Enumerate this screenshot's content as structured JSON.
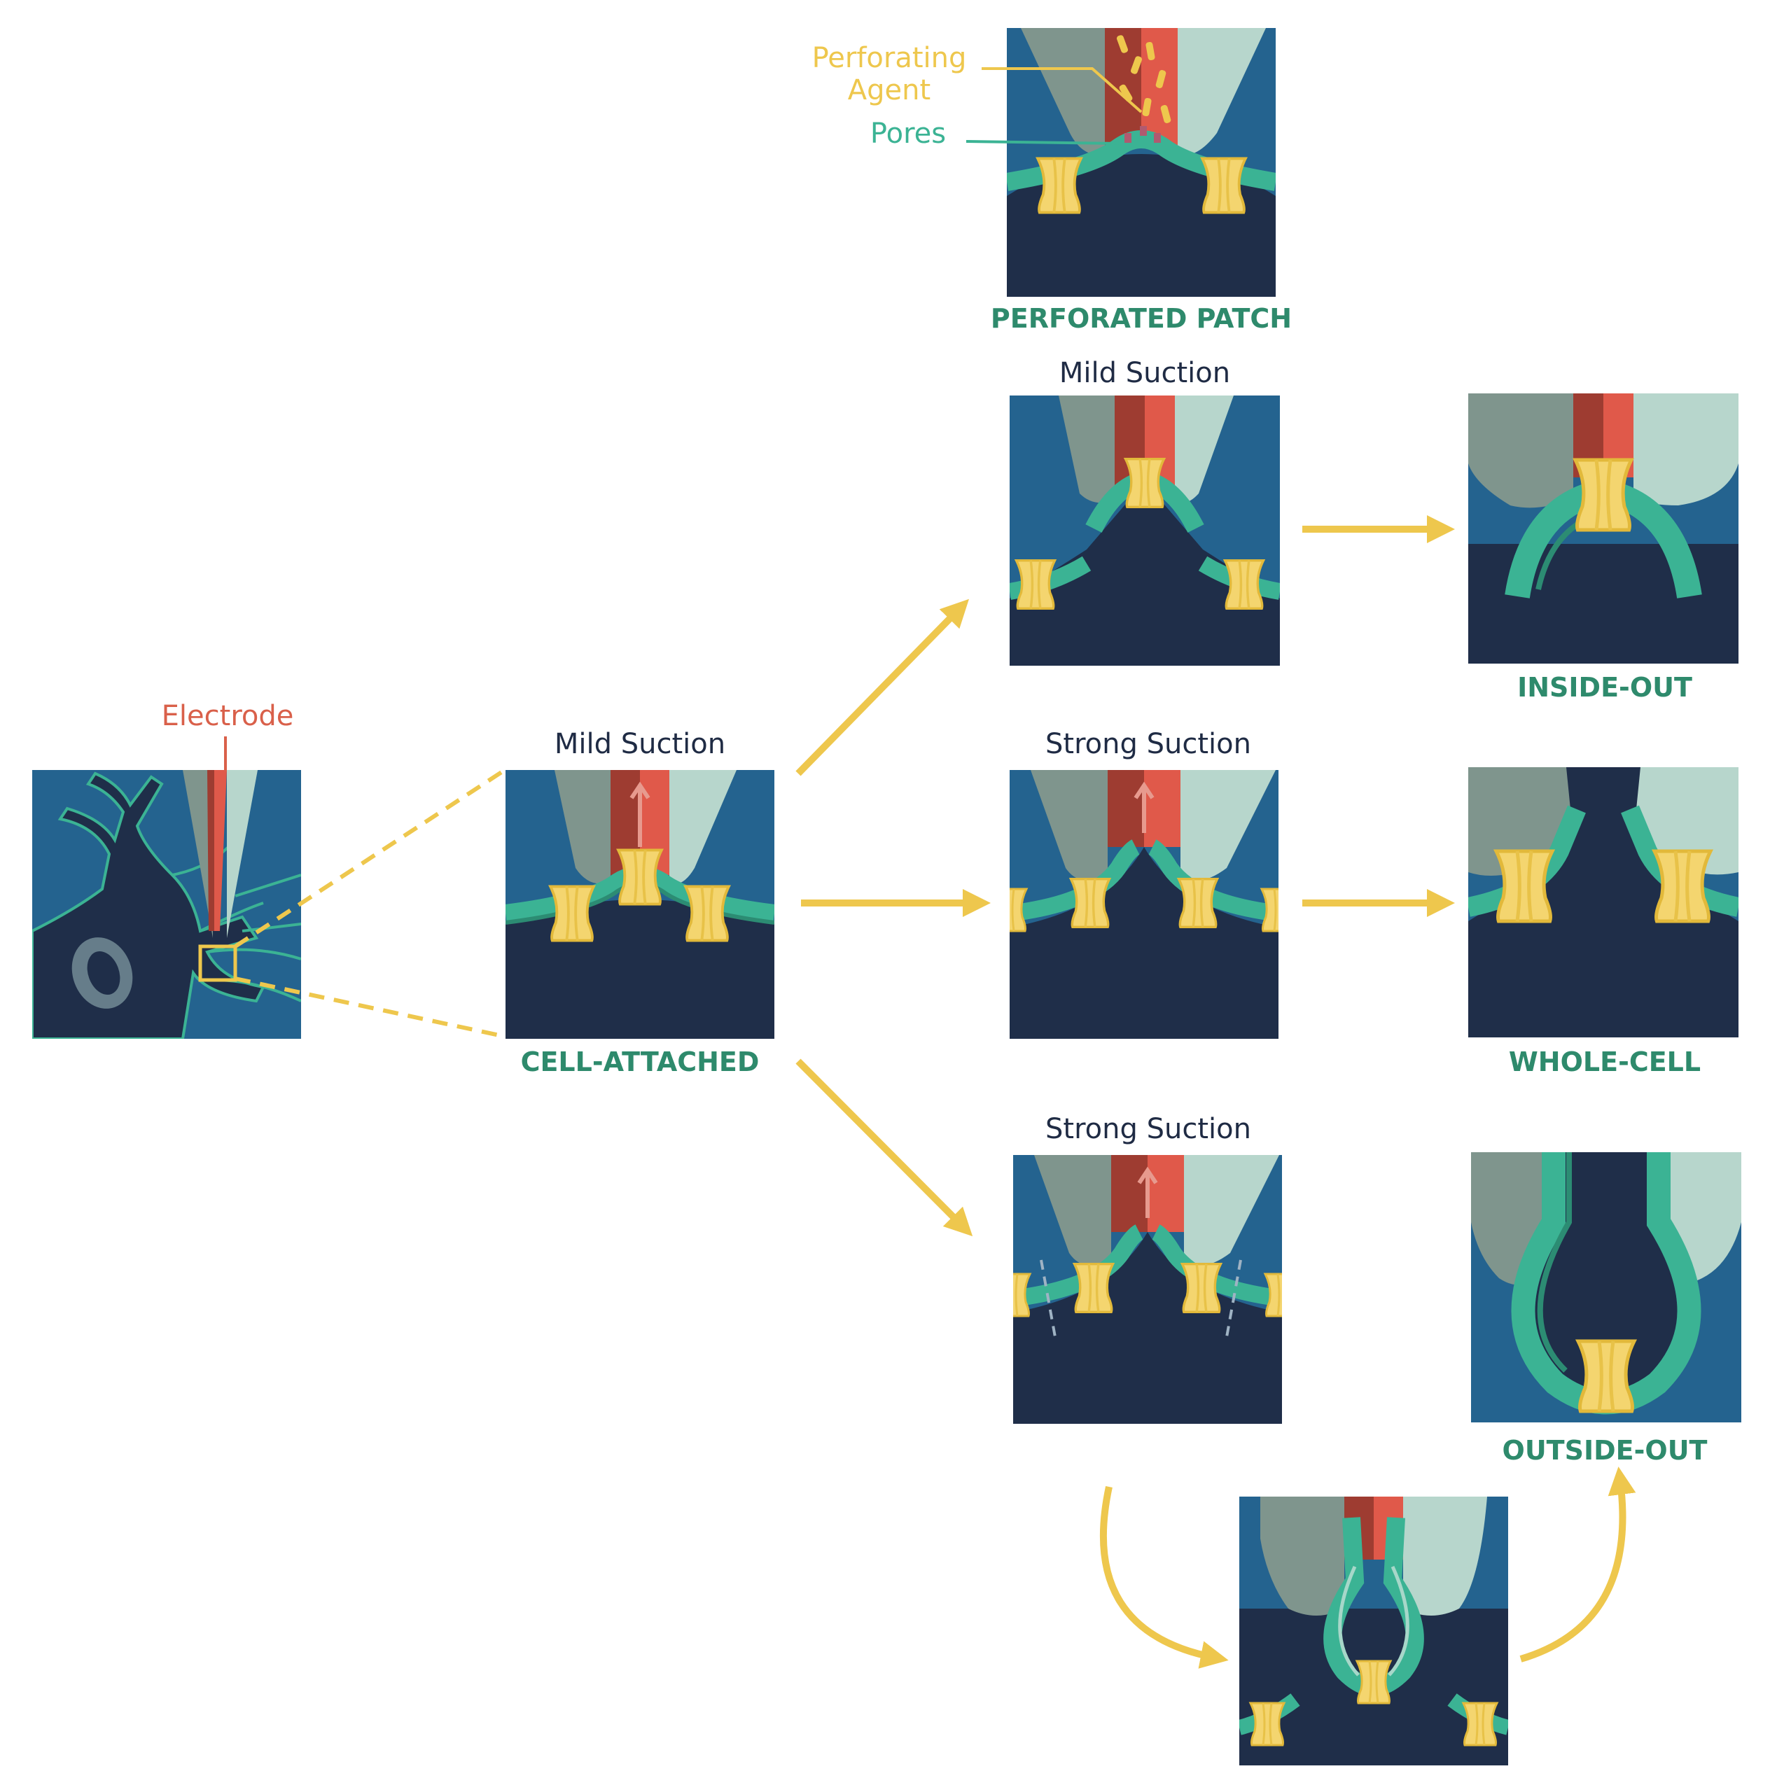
{
  "labels": {
    "electrode": "Electrode",
    "perforating_agent": [
      "Perforating",
      "Agent"
    ],
    "pores": "Pores",
    "mild_suction_1": "Mild Suction",
    "mild_suction_2": "Mild Suction",
    "strong_suction_1": "Strong Suction",
    "strong_suction_2": "Strong Suction"
  },
  "modes": {
    "perforated_patch": "PERFORATED PATCH",
    "cell_attached": "CELL-ATTACHED",
    "inside_out": "INSIDE-OUT",
    "whole_cell": "WHOLE-CELL",
    "outside_out": "OUTSIDE-OUT"
  },
  "colors": {
    "bath": "#24638f",
    "cytoplasm": "#1f2e49",
    "membrane": "#3bb394",
    "membrane_dark": "#2c8c73",
    "channel": "#f4d56f",
    "pipette_left": "#7f958d",
    "pipette_right": "#b7d6cc",
    "electrode_dark": "#9e3c31",
    "electrode_light": "#e0594a",
    "arrow": "#eec74d"
  }
}
